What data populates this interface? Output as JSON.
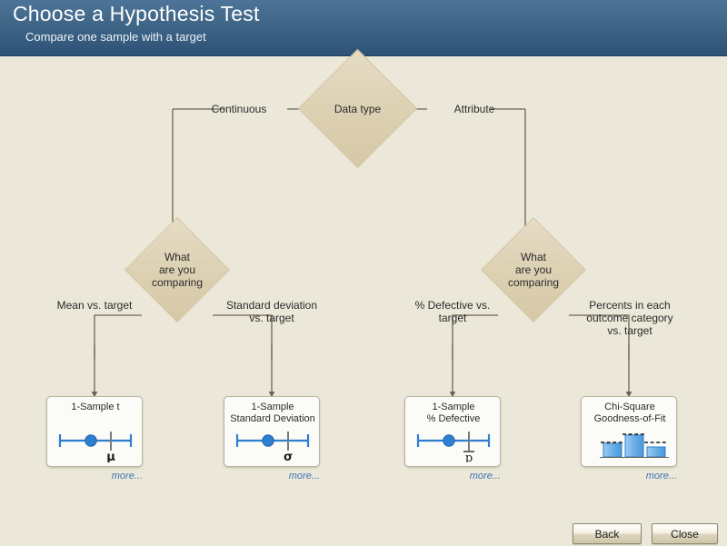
{
  "header": {
    "title": "Choose a Hypothesis Test",
    "subtitle": "Compare one sample with a target",
    "gradient_top": "#4d7399",
    "gradient_bottom": "#2d5275"
  },
  "theme": {
    "background": "#ece8d9",
    "diamond_fill": "#ded2b5",
    "connector": "#6b6354",
    "card_background": "#fbfbf8",
    "card_border": "#b9b4a2",
    "link_color": "#3f72b5",
    "accent_blue": "#2f7fd0"
  },
  "flowchart": {
    "root": {
      "label": "Data type",
      "name": "decision-data-type"
    },
    "root_branches": [
      {
        "label": "Continuous",
        "name": "branch-continuous"
      },
      {
        "label": "Attribute",
        "name": "branch-attribute"
      }
    ],
    "decisions": [
      {
        "label": "What\nare you\ncomparing",
        "name": "decision-continuous-comparing"
      },
      {
        "label": "What\nare you\ncomparing",
        "name": "decision-attribute-comparing"
      }
    ],
    "branch_labels": [
      {
        "label": "Mean vs. target",
        "name": "branch-mean-vs-target"
      },
      {
        "label": "Standard deviation\nvs. target",
        "name": "branch-stdev-vs-target"
      },
      {
        "label": "% Defective vs.\ntarget",
        "name": "branch-pct-defective-vs-target"
      },
      {
        "label": "Percents in each\noutcome category\nvs. target",
        "name": "branch-percents-category-vs-target"
      }
    ],
    "results": [
      {
        "title": "1-Sample t",
        "name": "result-1-sample-t",
        "graphic": "interval-plot",
        "symbol": "μ",
        "more_label": "more..."
      },
      {
        "title": "1-Sample\nStandard Deviation",
        "name": "result-1-sample-standard-deviation",
        "graphic": "interval-plot",
        "symbol": "σ",
        "more_label": "more..."
      },
      {
        "title": "1-Sample\n% Defective",
        "name": "result-1-sample-pct-defective",
        "graphic": "interval-plot",
        "symbol": "p",
        "more_label": "more..."
      },
      {
        "title": "Chi-Square\nGoodness-of-Fit",
        "name": "result-chi-square-goodness-of-fit",
        "graphic": "bar-chart",
        "symbol": "",
        "more_label": "more..."
      }
    ]
  },
  "footer": {
    "buttons": [
      {
        "label": "Back",
        "name": "back-button"
      },
      {
        "label": "Close",
        "name": "close-button"
      }
    ]
  }
}
